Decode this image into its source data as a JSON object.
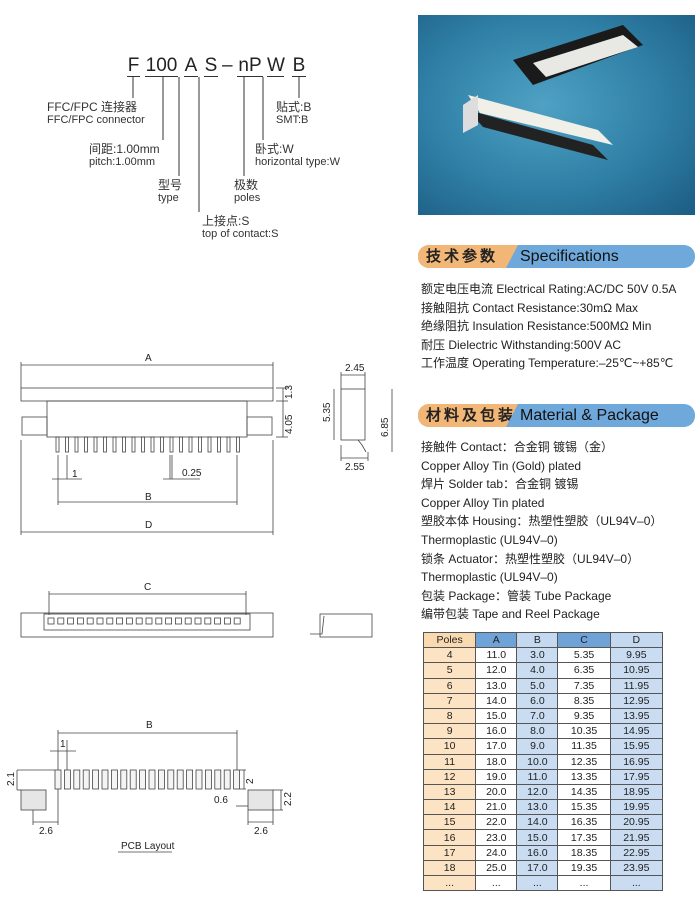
{
  "part_code": {
    "segments": [
      "F",
      "100",
      "A",
      "S",
      "–",
      "nP",
      "W",
      "B"
    ]
  },
  "code_labels": [
    {
      "cn": "FFC/FPC 连接器",
      "en": "FFC/FPC connector"
    },
    {
      "cn": "间距:1.00mm",
      "en": "pitch:1.00mm"
    },
    {
      "cn": "型号",
      "en": "type"
    },
    {
      "cn": "上接点:S",
      "en": "top of contact:S"
    },
    {
      "cn": "极数",
      "en": "poles"
    },
    {
      "cn": "卧式:W",
      "en": "horizontal type:W"
    },
    {
      "cn": "贴式:B",
      "en": "SMT:B"
    }
  ],
  "specifications": {
    "title_cn": "技术参数",
    "title_en": "Specifications",
    "lines": [
      "额定电压电流 Electrical Rating:AC/DC 50V 0.5A",
      "接触阻抗 Contact Resistance:30mΩ Max",
      "绝缘阻抗 Insulation Resistance:500MΩ Min",
      "耐压 Dielectric Withstanding:500V AC",
      "工作温度 Operating Temperature:–25℃~+85℃"
    ]
  },
  "material": {
    "title_cn": "材料及包装",
    "title_en": "Material & Package",
    "lines": [
      "接触件 Contact：合金铜 镀锡（金）",
      "Copper Alloy Tin (Gold) plated",
      "焊片 Solder tab：合金铜 镀锡",
      "Copper Alloy Tin plated",
      "塑胶本体 Housing：热塑性塑胶（UL94V–0）",
      "Thermoplastic (UL94V–0)",
      "锁条 Actuator：热塑性塑胶（UL94V–0）",
      "Thermoplastic (UL94V–0)",
      "包装 Package：管装 Tube Package",
      "编带包装 Tape and Reel Package"
    ]
  },
  "table": {
    "headers": [
      "Poles",
      "A",
      "B",
      "C",
      "D"
    ],
    "rows": [
      [
        "4",
        "11.0",
        "3.0",
        "5.35",
        "9.95"
      ],
      [
        "5",
        "12.0",
        "4.0",
        "6.35",
        "10.95"
      ],
      [
        "6",
        "13.0",
        "5.0",
        "7.35",
        "11.95"
      ],
      [
        "7",
        "14.0",
        "6.0",
        "8.35",
        "12.95"
      ],
      [
        "8",
        "15.0",
        "7.0",
        "9.35",
        "13.95"
      ],
      [
        "9",
        "16.0",
        "8.0",
        "10.35",
        "14.95"
      ],
      [
        "10",
        "17.0",
        "9.0",
        "11.35",
        "15.95"
      ],
      [
        "11",
        "18.0",
        "10.0",
        "12.35",
        "16.95"
      ],
      [
        "12",
        "19.0",
        "11.0",
        "13.35",
        "17.95"
      ],
      [
        "13",
        "20.0",
        "12.0",
        "14.35",
        "18.95"
      ],
      [
        "14",
        "21.0",
        "13.0",
        "15.35",
        "19.95"
      ],
      [
        "15",
        "22.0",
        "14.0",
        "16.35",
        "20.95"
      ],
      [
        "16",
        "23.0",
        "15.0",
        "17.35",
        "21.95"
      ],
      [
        "17",
        "24.0",
        "16.0",
        "18.35",
        "22.95"
      ],
      [
        "18",
        "25.0",
        "17.0",
        "19.35",
        "23.95"
      ],
      [
        "...",
        "...",
        "...",
        "...",
        "..."
      ]
    ]
  },
  "drawing": {
    "A": "A",
    "B": "B",
    "C": "C",
    "D": "D",
    "pitch": "1",
    "pin_width": "0.25",
    "h1": "1.3",
    "h2": "4.05",
    "side_top": "2.45",
    "side_h": "5.35",
    "side_total": "6.85",
    "side_bottom": "2.55",
    "pcb": {
      "B": "B",
      "pitch": "1",
      "pad_h": "2.1",
      "pad_len": "2",
      "tab_h": "2.2",
      "gap": "0.6",
      "tab_w_left": "2.6",
      "tab_w_right": "2.6",
      "caption": "PCB Layout"
    }
  }
}
